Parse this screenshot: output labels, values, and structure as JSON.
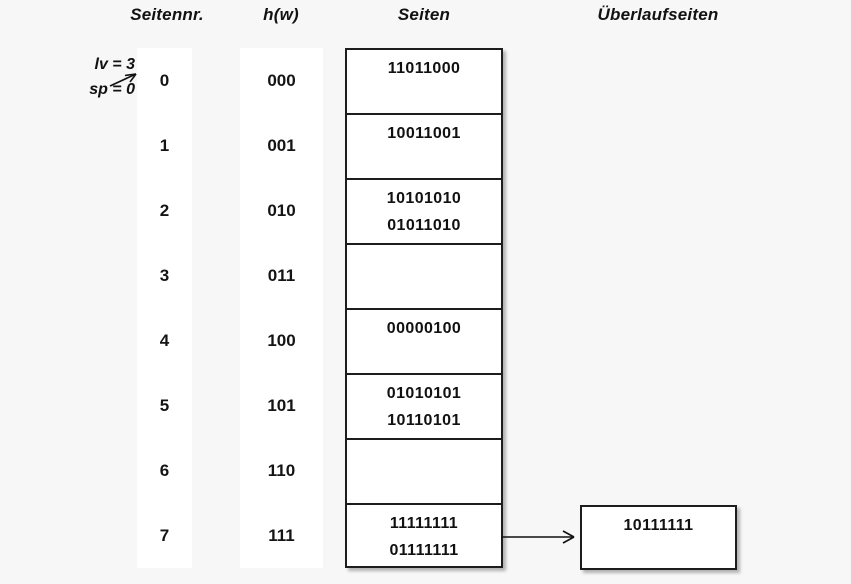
{
  "headers": {
    "seitennr": "Seitennr.",
    "hw": "h(w)",
    "seiten": "Seiten",
    "ueberlaufseiten": "Überlaufseiten"
  },
  "params": {
    "lv": "lv = 3",
    "sp": "sp = 0"
  },
  "rows": [
    {
      "index": "0",
      "hash": "000",
      "entries": [
        "11011000"
      ]
    },
    {
      "index": "1",
      "hash": "001",
      "entries": [
        "10011001"
      ]
    },
    {
      "index": "2",
      "hash": "010",
      "entries": [
        "10101010",
        "01011010"
      ]
    },
    {
      "index": "3",
      "hash": "011",
      "entries": []
    },
    {
      "index": "4",
      "hash": "100",
      "entries": [
        "00000100"
      ]
    },
    {
      "index": "5",
      "hash": "101",
      "entries": [
        "01010101",
        "10110101"
      ]
    },
    {
      "index": "6",
      "hash": "110",
      "entries": []
    },
    {
      "index": "7",
      "hash": "111",
      "entries": [
        "11111111",
        "01111111"
      ]
    }
  ],
  "overflow": {
    "entries": [
      "10111111"
    ],
    "from_row_index": "7"
  },
  "colors": {
    "background": "#f7f7f7",
    "page_background": "#ffffff",
    "border": "#1d1d1d",
    "text": "#111111"
  }
}
